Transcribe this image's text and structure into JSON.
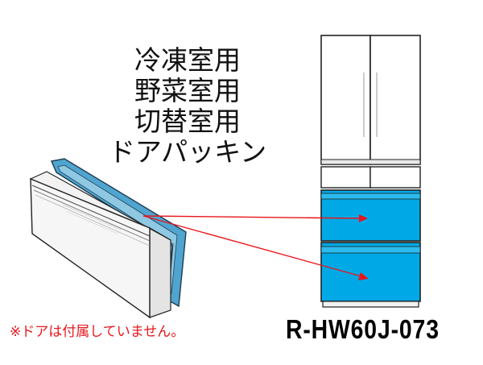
{
  "title_lines": [
    "冷凍室用",
    "野菜室用",
    "切替室用",
    "ドアパッキン"
  ],
  "note": "※ドアは付属していません。",
  "model_number": "R-HW60J-073",
  "colors": {
    "gasket": "#4fa5cf",
    "highlight_drawer": "#00a9e6",
    "arrow": "#e8161c",
    "note_text": "#e8161c",
    "outline": "#222222"
  }
}
